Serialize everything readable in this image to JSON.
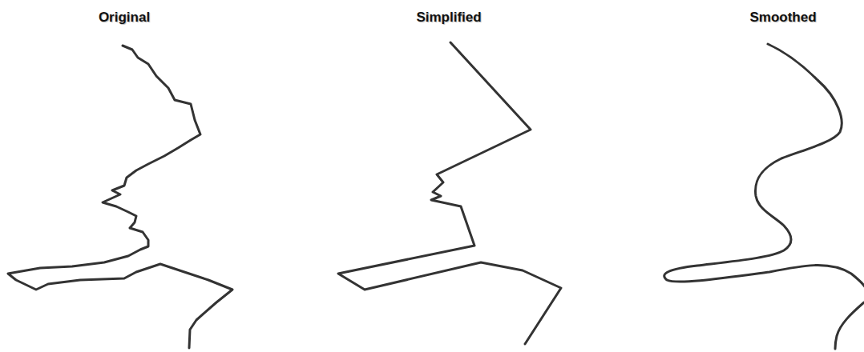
{
  "diagram": {
    "labels": [
      "Original",
      "Simplified",
      "Smoothed"
    ]
  }
}
